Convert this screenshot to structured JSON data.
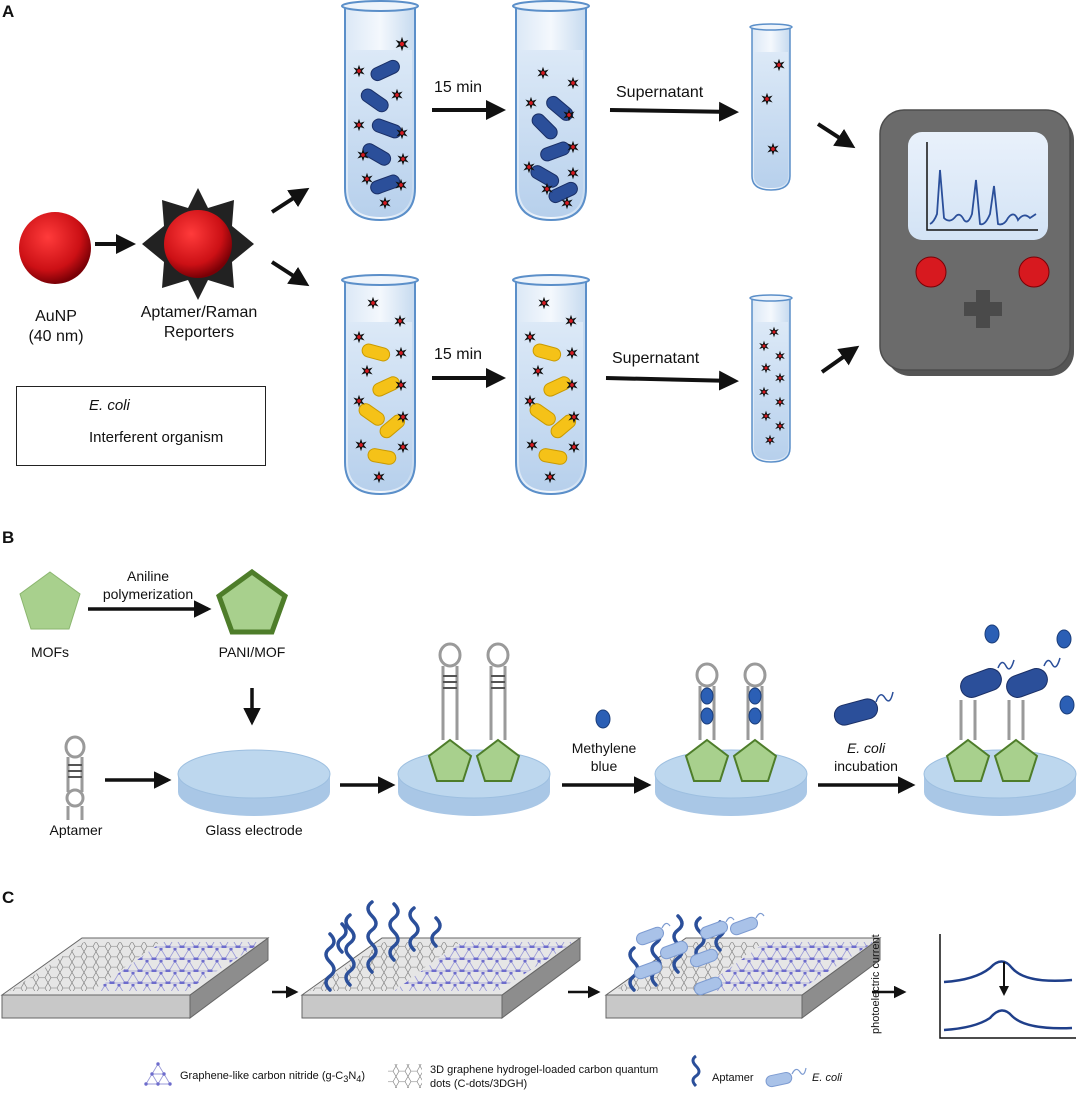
{
  "panels": {
    "a": "A",
    "b": "B",
    "c": "C"
  },
  "panel_a": {
    "aunp_label": "AuNP",
    "aunp_size": "(40 nm)",
    "reporter_line1": "Aptamer/Raman",
    "reporter_line2": "Reporters",
    "time_top": "15 min",
    "time_bottom": "15 min",
    "supernatant_top": "Supernatant",
    "supernatant_bottom": "Supernatant",
    "legend_ecoli": "E. coli",
    "legend_interferent": "Interferent organism"
  },
  "panel_b": {
    "mofs": "MOFs",
    "polymerization_line1": "Aniline",
    "polymerization_line2": "polymerization",
    "pani_mof": "PANI/MOF",
    "aptamer": "Aptamer",
    "glass_electrode": "Glass electrode",
    "methylene_line1": "Methylene",
    "methylene_line2": "blue",
    "ecoli": "E. coli",
    "incubation": "incubation"
  },
  "panel_c": {
    "ylabel": "photoelectric current",
    "legend_gcn_prefix": "Graphene-like carbon nitride (g-C",
    "legend_gcn_sub1": "3",
    "legend_gcn_mid": "N",
    "legend_gcn_sub2": "4",
    "legend_gcn_suffix": ")",
    "legend_dgh_line1": "3D graphene hydrogel-loaded carbon quantum",
    "legend_dgh_line2": "dots (C-dots/3DGH)",
    "legend_aptamer": "Aptamer",
    "legend_ecoli": "E. coli"
  },
  "colors": {
    "gold_red": "#cc1015",
    "ecoli_blue": "#2b4f9a",
    "interferent_yellow": "#f5c218",
    "tube_blue": "#c9def2",
    "mof_green": "#a8d08d",
    "electrode_blue": "#bdd7ee",
    "device_gray": "#6b6b6b"
  }
}
